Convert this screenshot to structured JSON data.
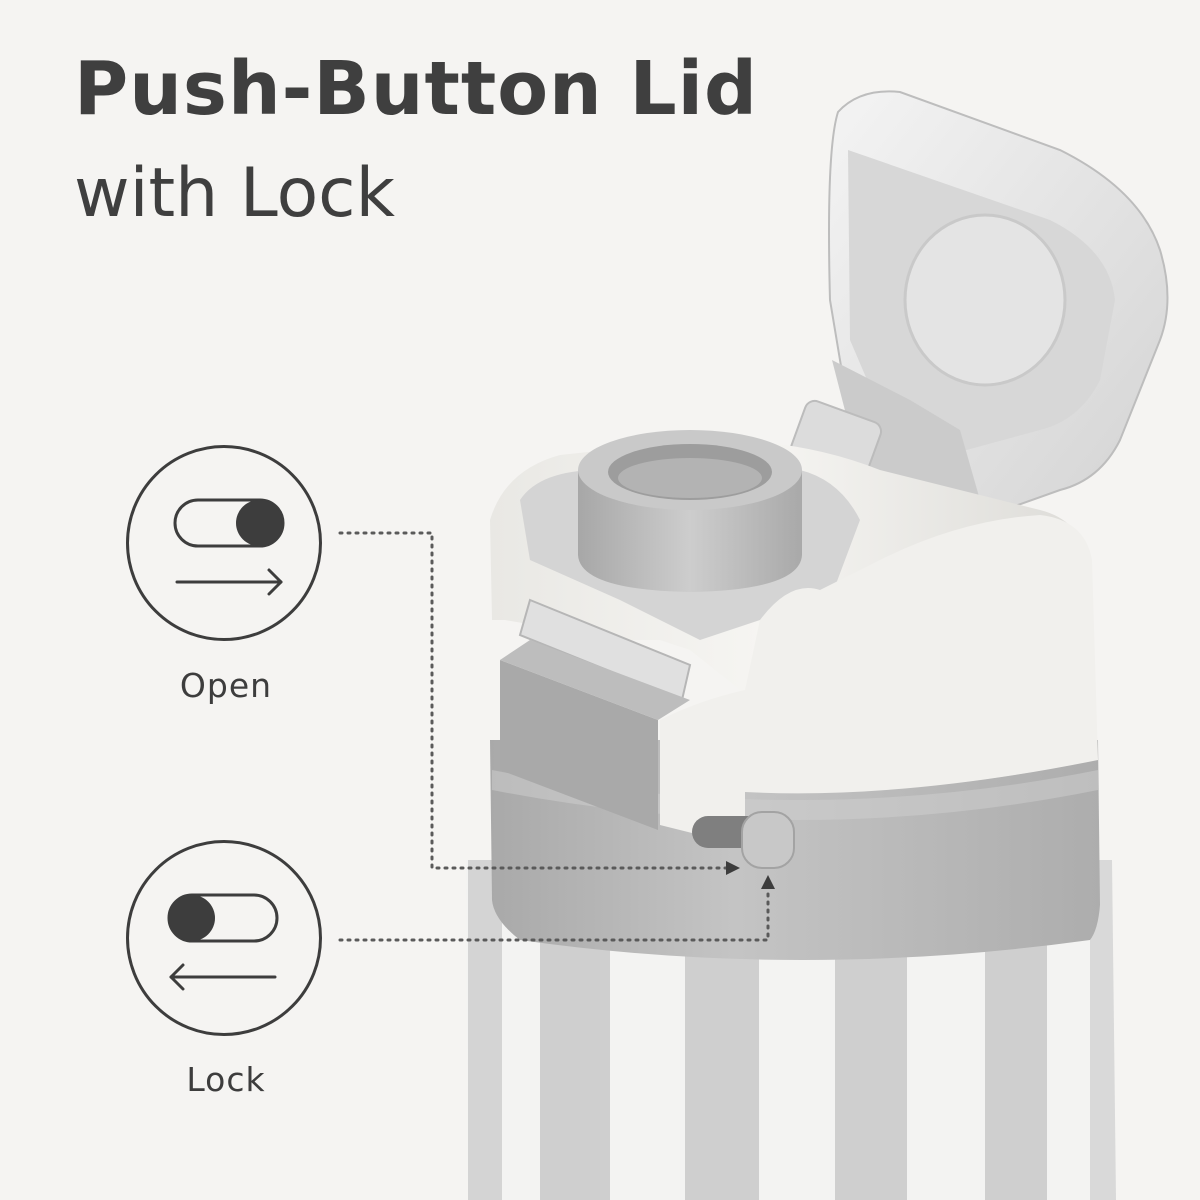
{
  "header": {
    "title": "Push-Button Lid",
    "subtitle": "with Lock"
  },
  "states": [
    {
      "label": "Open",
      "icon": "toggle-right-icon",
      "arrow": "arrow-right-icon"
    },
    {
      "label": "Lock",
      "icon": "toggle-left-icon",
      "arrow": "arrow-left-icon"
    }
  ],
  "colors": {
    "background": "#f5f4f2",
    "text": "#3f3f3f",
    "lid_light": "#f0efec",
    "lid_grey": "#c6c6c6",
    "band_grey": "#bcbcbc",
    "stripe_grey": "#cfcfcf",
    "stripe_white": "#f3f3f2"
  }
}
